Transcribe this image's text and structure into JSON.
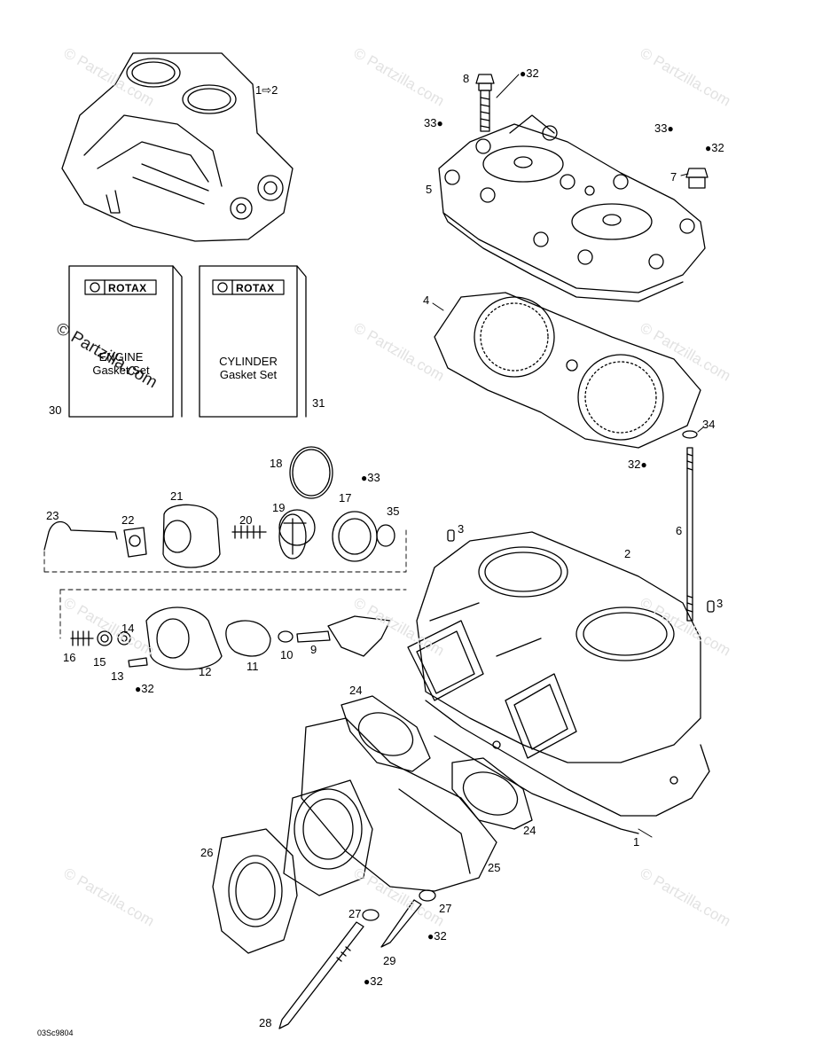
{
  "watermark_text": "© Partzilla.com",
  "drop_symbol": "●",
  "diagram_ref": "03Sc9804",
  "note_1_2": "1⇨2",
  "kits": {
    "engine": {
      "brand": "ROTAX",
      "line1": "ENGINE",
      "line2": "Gasket Set",
      "number": "30"
    },
    "cylinder": {
      "brand": "ROTAX",
      "line1": "CYLINDER",
      "line2": "Gasket Set",
      "number": "31"
    }
  },
  "labels": {
    "l1": "1",
    "l2": "2",
    "l3a": "3",
    "l3b": "3",
    "l4": "4",
    "l5": "5",
    "l6": "6",
    "l7": "7",
    "l8": "8",
    "l9": "9",
    "l10": "10",
    "l11": "11",
    "l12": "12",
    "l13": "13",
    "l14": "14",
    "l15": "15",
    "l16": "16",
    "l17": "17",
    "l18": "18",
    "l19": "19",
    "l20": "20",
    "l21": "21",
    "l22": "22",
    "l23": "23",
    "l24a": "24",
    "l24b": "24",
    "l25": "25",
    "l26": "26",
    "l27a": "27",
    "l27b": "27",
    "l28": "28",
    "l29": "29",
    "l34": "34",
    "l35": "35",
    "d32_8": "32",
    "d33_8": "33",
    "d33_7": "33",
    "d32_7": "32",
    "d32_34": "32",
    "d33_17": "33",
    "d32_13": "32",
    "d32_27": "32",
    "d32_28": "32"
  }
}
